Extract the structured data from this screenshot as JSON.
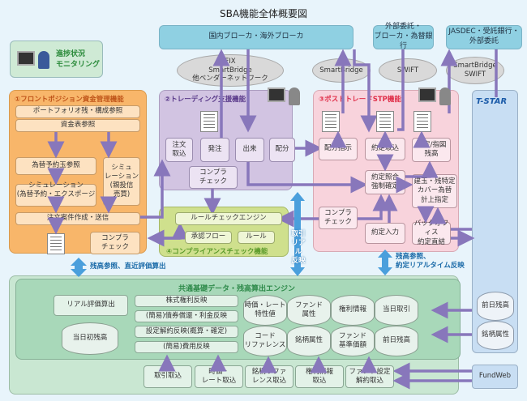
{
  "title": "SBA機能全体概要図",
  "monitoring": {
    "label_line1": "進捗状況",
    "label_line2": "モニタリング"
  },
  "external": {
    "brokers": "国内ブローカ・海外ブローカ",
    "outsource_line1": "外部委託・",
    "outsource_line2": "ブローカ・為替銀行",
    "jasdec_line1": "JASDEC・受託銀行・",
    "jasdec_line2": "外部委託"
  },
  "networks": {
    "fix_line1": "FIX",
    "fix_line2": "SmartBridge",
    "fix_line3": "他ベンダーネットワーク",
    "smartbridge": "SmartBridge",
    "swift": "SWIFT",
    "sb_swift_line1": "SmartBridge",
    "sb_swift_line2": "SWIFT"
  },
  "panel1": {
    "title": "①フロントポジション資金管理機能",
    "portfolio": "ポートフォリオ残・構成参照",
    "cash": "資金表参照",
    "fx_reserve": "為替予約玉参照",
    "simulation_line1": "シミュレーション",
    "simulation_line2": "(為替予約・エクスポージャ)",
    "sim2_line1": "シミュ",
    "sim2_line2": "レーション",
    "sim2_line3": "(親投信",
    "sim2_line4": "売買)",
    "order_create": "注文案件作成・送信",
    "compliance_line1": "コンプラ",
    "compliance_line2": "チェック"
  },
  "panel2": {
    "title": "②トレーディング支援機能",
    "order_in_line1": "注文",
    "order_in_line2": "取込",
    "place_order": "発注",
    "execution": "出来",
    "allocation": "配分",
    "compliance_line1": "コンプラ",
    "compliance_line2": "チェック"
  },
  "panel3": {
    "title": "③ポストトレードSTP機能",
    "alloc_instr": "配分指示",
    "contract_in": "約定取込",
    "contract_bal_line1": "約定/指図",
    "contract_bal_line2": "残高",
    "match_line1": "約定照合",
    "match_line2": "強制確定",
    "position_line1": "建玉・残特定",
    "position_line2": "カバー為替",
    "position_line3": "計上指定",
    "compliance_line1": "コンプラ",
    "compliance_line2": "チェック",
    "contract_input": "約定入力",
    "backoffice_line1": "バックオフィス",
    "backoffice_line2": "約定直結"
  },
  "panel4": {
    "title": "④コンプライアンスチェック機能",
    "rule_engine": "ルールチェックエンジン",
    "approval": "承認フロー",
    "rule": "ルール"
  },
  "arrows": {
    "balance_ref": "残高参照、直近評価算出",
    "realtime_line1": "取引",
    "realtime_line2": "リアル",
    "realtime_line3": "反映",
    "contract_rt_line1": "残高参照、",
    "contract_rt_line2": "約定リアルタイム反映"
  },
  "common": {
    "title": "共通基礎データ・残高算出エンジン",
    "real_eval": "リアル評価算出",
    "day_open_balance": "当日初残高",
    "functions": [
      "株式権利反映",
      "(簡易)債券償還・利金反映",
      "設定解約反映(概算・確定)",
      "(簡易)費用反映"
    ],
    "db_row1": [
      {
        "line1": "時価・レート",
        "line2": "特性値"
      },
      {
        "line1": "ファンド",
        "line2": "属性"
      },
      {
        "line1": "権利情報",
        "line2": ""
      },
      {
        "line1": "当日取引",
        "line2": ""
      }
    ],
    "db_row2": [
      {
        "line1": "コード",
        "line2": "リファレンス"
      },
      {
        "line1": "銘柄属性",
        "line2": ""
      },
      {
        "line1": "ファンド",
        "line2": "基準価額"
      },
      {
        "line1": "前日残高",
        "line2": ""
      }
    ],
    "imports": [
      {
        "line1": "取引取込",
        "line2": ""
      },
      {
        "line1": "時価・",
        "line2": "レート取込"
      },
      {
        "line1": "銘柄リファ",
        "line2": "レンス取込"
      },
      {
        "line1": "権利情報",
        "line2": "取込"
      },
      {
        "line1": "ファンド設定",
        "line2": "解約取込"
      }
    ]
  },
  "tstar": {
    "logo": "T-STAR",
    "prev_balance": "前日残高",
    "security_attr": "銘柄属性",
    "fundweb": "FundWeb"
  },
  "colors": {
    "arrow_purple": "#8877bb",
    "arrow_blue": "#4a9fdc",
    "panel3_title": "#e0304a",
    "panel1_title": "#c0551a",
    "panel4_title": "#5a9a2a",
    "common_title": "#2e8a4a",
    "tstar_logo": "#1a5aa8"
  }
}
